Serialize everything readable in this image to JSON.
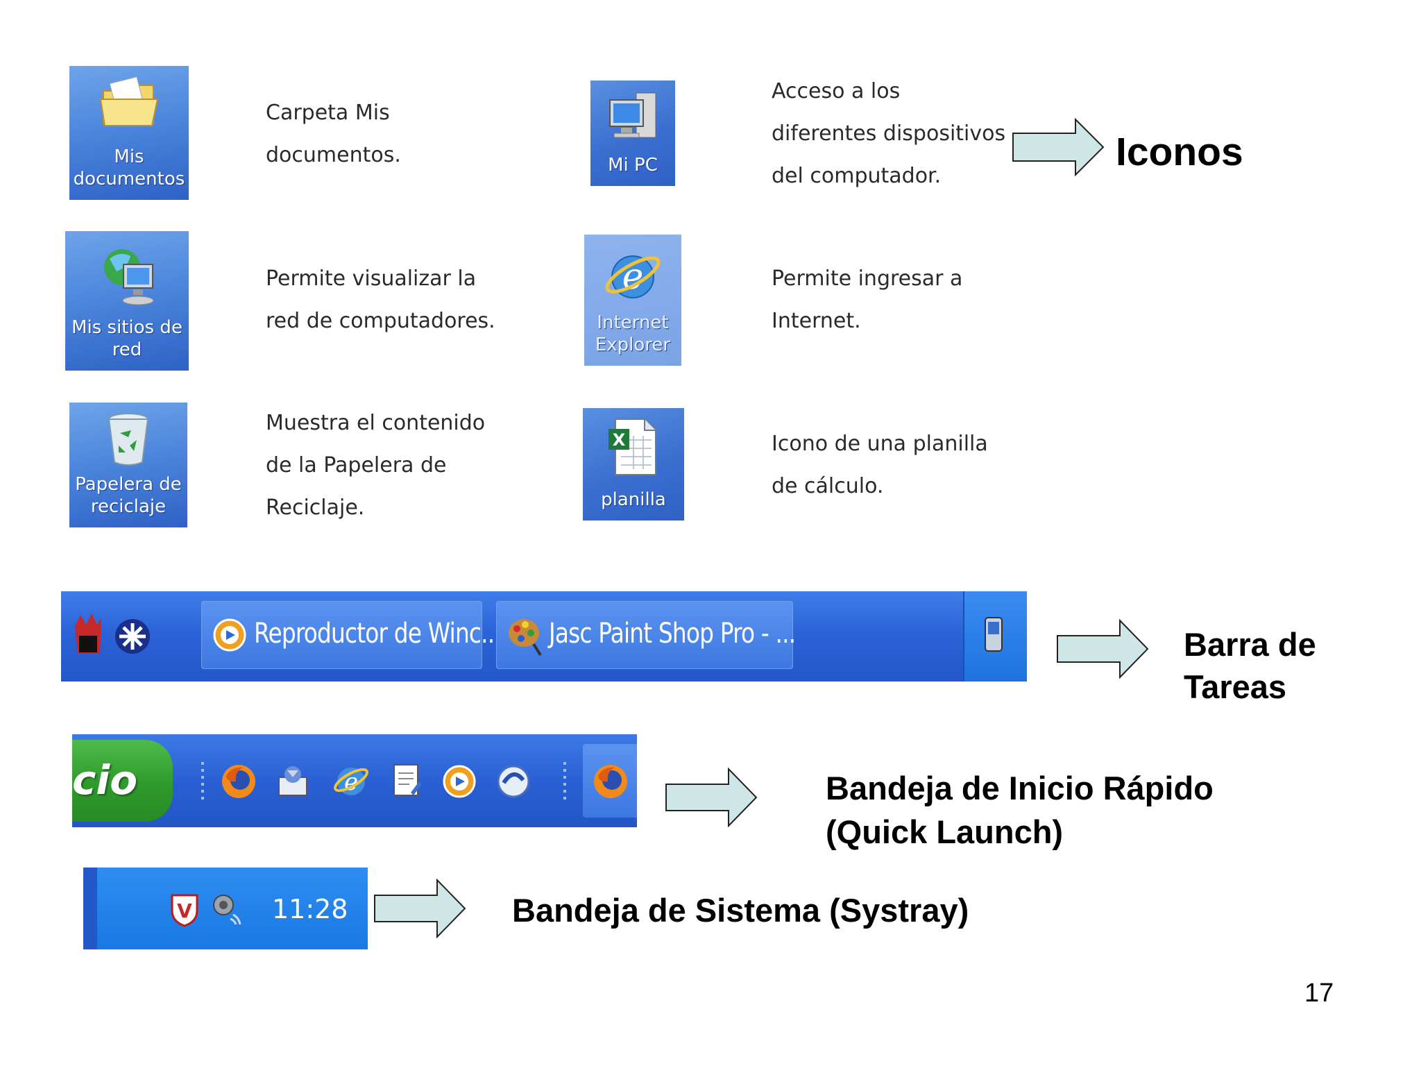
{
  "slide": {
    "page_number": "17"
  },
  "icons": [
    {
      "label": "Mis\ndocumentos",
      "description": "Carpeta Mis\ndocumentos.",
      "icon": "folder-icon"
    },
    {
      "label": "Mi PC",
      "description": "Acceso a los\ndiferentes dispositivos\ndel computador.",
      "icon": "computer-icon"
    },
    {
      "label": "Mis sitios de\nred",
      "description": "Permite visualizar la\nred de computadores.",
      "icon": "network-icon"
    },
    {
      "label": "Internet\nExplorer",
      "description": "Permite ingresar a\nInternet.",
      "icon": "internet-explorer-icon"
    },
    {
      "label": "Papelera de\nreciclaje",
      "description": "Muestra el contenido\nde la Papelera de\nReciclaje.",
      "icon": "recycle-bin-icon"
    },
    {
      "label": "planilla",
      "description": "Icono de una planilla\nde cálculo.",
      "icon": "spreadsheet-icon"
    }
  ],
  "callouts": {
    "icons": "Iconos",
    "taskbar": "Barra de\nTareas",
    "quick_launch": "Bandeja de Inicio Rápido\n(Quick Launch)",
    "systray": "Bandeja de Sistema (Systray)"
  },
  "taskbar": {
    "buttons": [
      {
        "label": "Reproductor de Winc...",
        "icon": "media-player-icon"
      },
      {
        "label": "Jasc Paint Shop Pro - ...",
        "icon": "paint-shop-icon"
      }
    ]
  },
  "quick_launch": {
    "start_label": "cio",
    "icons": [
      "firefox-icon",
      "thunderbird-icon",
      "internet-explorer-icon",
      "editor-icon",
      "media-player-icon",
      "messenger-icon"
    ]
  },
  "systray": {
    "time": "11:28",
    "icons": [
      "antivirus-icon",
      "network-icon"
    ]
  },
  "colors": {
    "taskbar_blue": "#2b63d8",
    "start_green": "#2f9a2c",
    "arrow_fill": "#cfe6e6"
  }
}
